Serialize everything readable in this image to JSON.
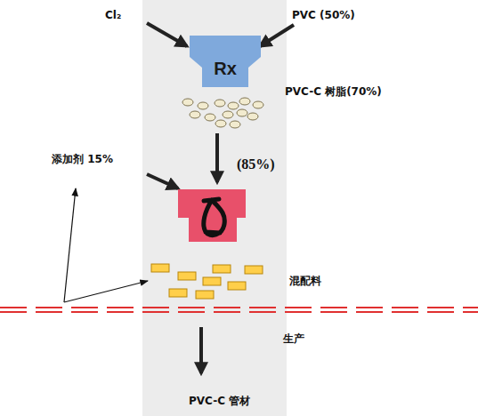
{
  "diagram": {
    "nodes": [
      {
        "text": [
          "Rx"
        ]
      }
    ],
    "labels": [
      "Cl₂",
      "PVC (50%)",
      "PVC-C 树脂(70%)",
      "(85%)",
      "添加剂 15%",
      "混配料",
      "生产",
      "PVC-C 管材"
    ]
  }
}
